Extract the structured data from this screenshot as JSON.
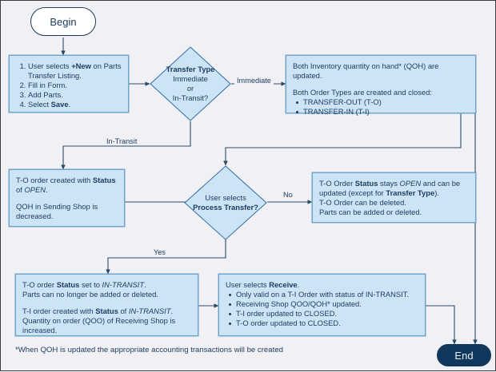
{
  "title": "Parts Transfer Process Flowchart",
  "colors": {
    "box_fill": "#cde4f7",
    "box_border": "#6ea5c8",
    "text": "#1b3a5c",
    "end_fill": "#10375c",
    "canvas": "#f1f1f5",
    "edge": "#2b4a66"
  },
  "nodes": {
    "begin": {
      "label": "Begin"
    },
    "end": {
      "label": "End"
    },
    "start_steps": {
      "steps": [
        "User selects +New on Parts Transfer Listing.",
        "Fill in Form.",
        "Add Parts.",
        "Select Save."
      ]
    },
    "transfer_type": {
      "title": "Transfer Type",
      "line1": "Immediate",
      "line2": "or",
      "line3": "In-Transit?"
    },
    "immediate_result": {
      "para1": "Both Inventory quantity on hand* (QOH) are updated.",
      "para2": "Both Order Types are created and closed:",
      "bullets": [
        "TRANSFER-OUT (T-O)",
        "TRANSFER-IN (T-I)"
      ]
    },
    "to_created": {
      "para1_pre": "T-O order created with ",
      "para1_bold": "Status",
      "para1_mid": " of ",
      "para1_italic": "OPEN",
      "para1_post": ".",
      "para2": "QOH in Sending Shop is decreased."
    },
    "process_transfer": {
      "line1": "User selects",
      "line2": "Process Transfer?"
    },
    "no_branch": {
      "line1_a": "T-O Order ",
      "line1_b": "Status",
      "line1_c": " stays ",
      "line1_d": "OPEN",
      "line1_e": " and can be updated (except for ",
      "line1_f": "Transfer Type",
      "line1_g": ").",
      "line2": "T-O Order can be deleted.",
      "line3": "Parts can be added or deleted."
    },
    "yes_branch": {
      "p1_a": "T-O order ",
      "p1_b": "Status",
      "p1_c": " set to ",
      "p1_d": "IN-TRANSIT",
      "p1_e": ".",
      "p2": "Parts can no longer be added or deleted.",
      "p3_a": "T-I order created with ",
      "p3_b": "Status",
      "p3_c": " of ",
      "p3_d": "IN-TRANSIT",
      "p3_e": ".",
      "p4": "Quantity on order (QOO) of Receiving Shop is increased."
    },
    "receive": {
      "header_pre": "User selects ",
      "header_bold": "Receive",
      "header_post": ".",
      "bullets": [
        "Only valid on a T-I Order with status of IN-TRANSIT.",
        "Receiving Shop QOO/QOH* updated.",
        "T-I order updated to CLOSED.",
        "T-O order updated to CLOSED."
      ]
    }
  },
  "edge_labels": {
    "immediate": "Immediate",
    "in_transit": "In-Transit",
    "no": "No",
    "yes": "Yes"
  },
  "footnote": "*When QOH is updated the appropriate accounting transactions will be created"
}
